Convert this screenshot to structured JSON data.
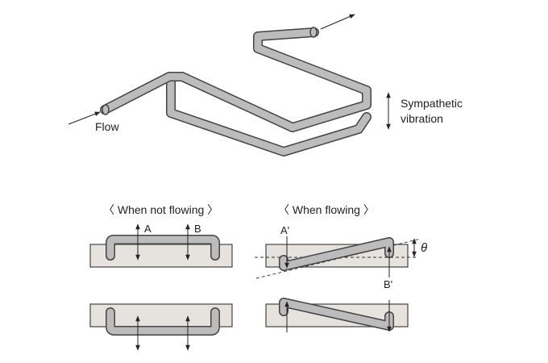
{
  "labels": {
    "flow": "Flow",
    "vibration_line1": "Sympathetic",
    "vibration_line2": "vibration",
    "not_flowing_title": "〈 When not flowing 〉",
    "flowing_title": "〈  When flowing  〉",
    "point_a": "A",
    "point_b": "B",
    "point_a_prime": "A'",
    "point_b_prime": "B'",
    "angle": "θ"
  },
  "colors": {
    "tube_fill": "#bcbcbc",
    "tube_outline": "#444444",
    "plate_fill": "#e6e3df"
  }
}
